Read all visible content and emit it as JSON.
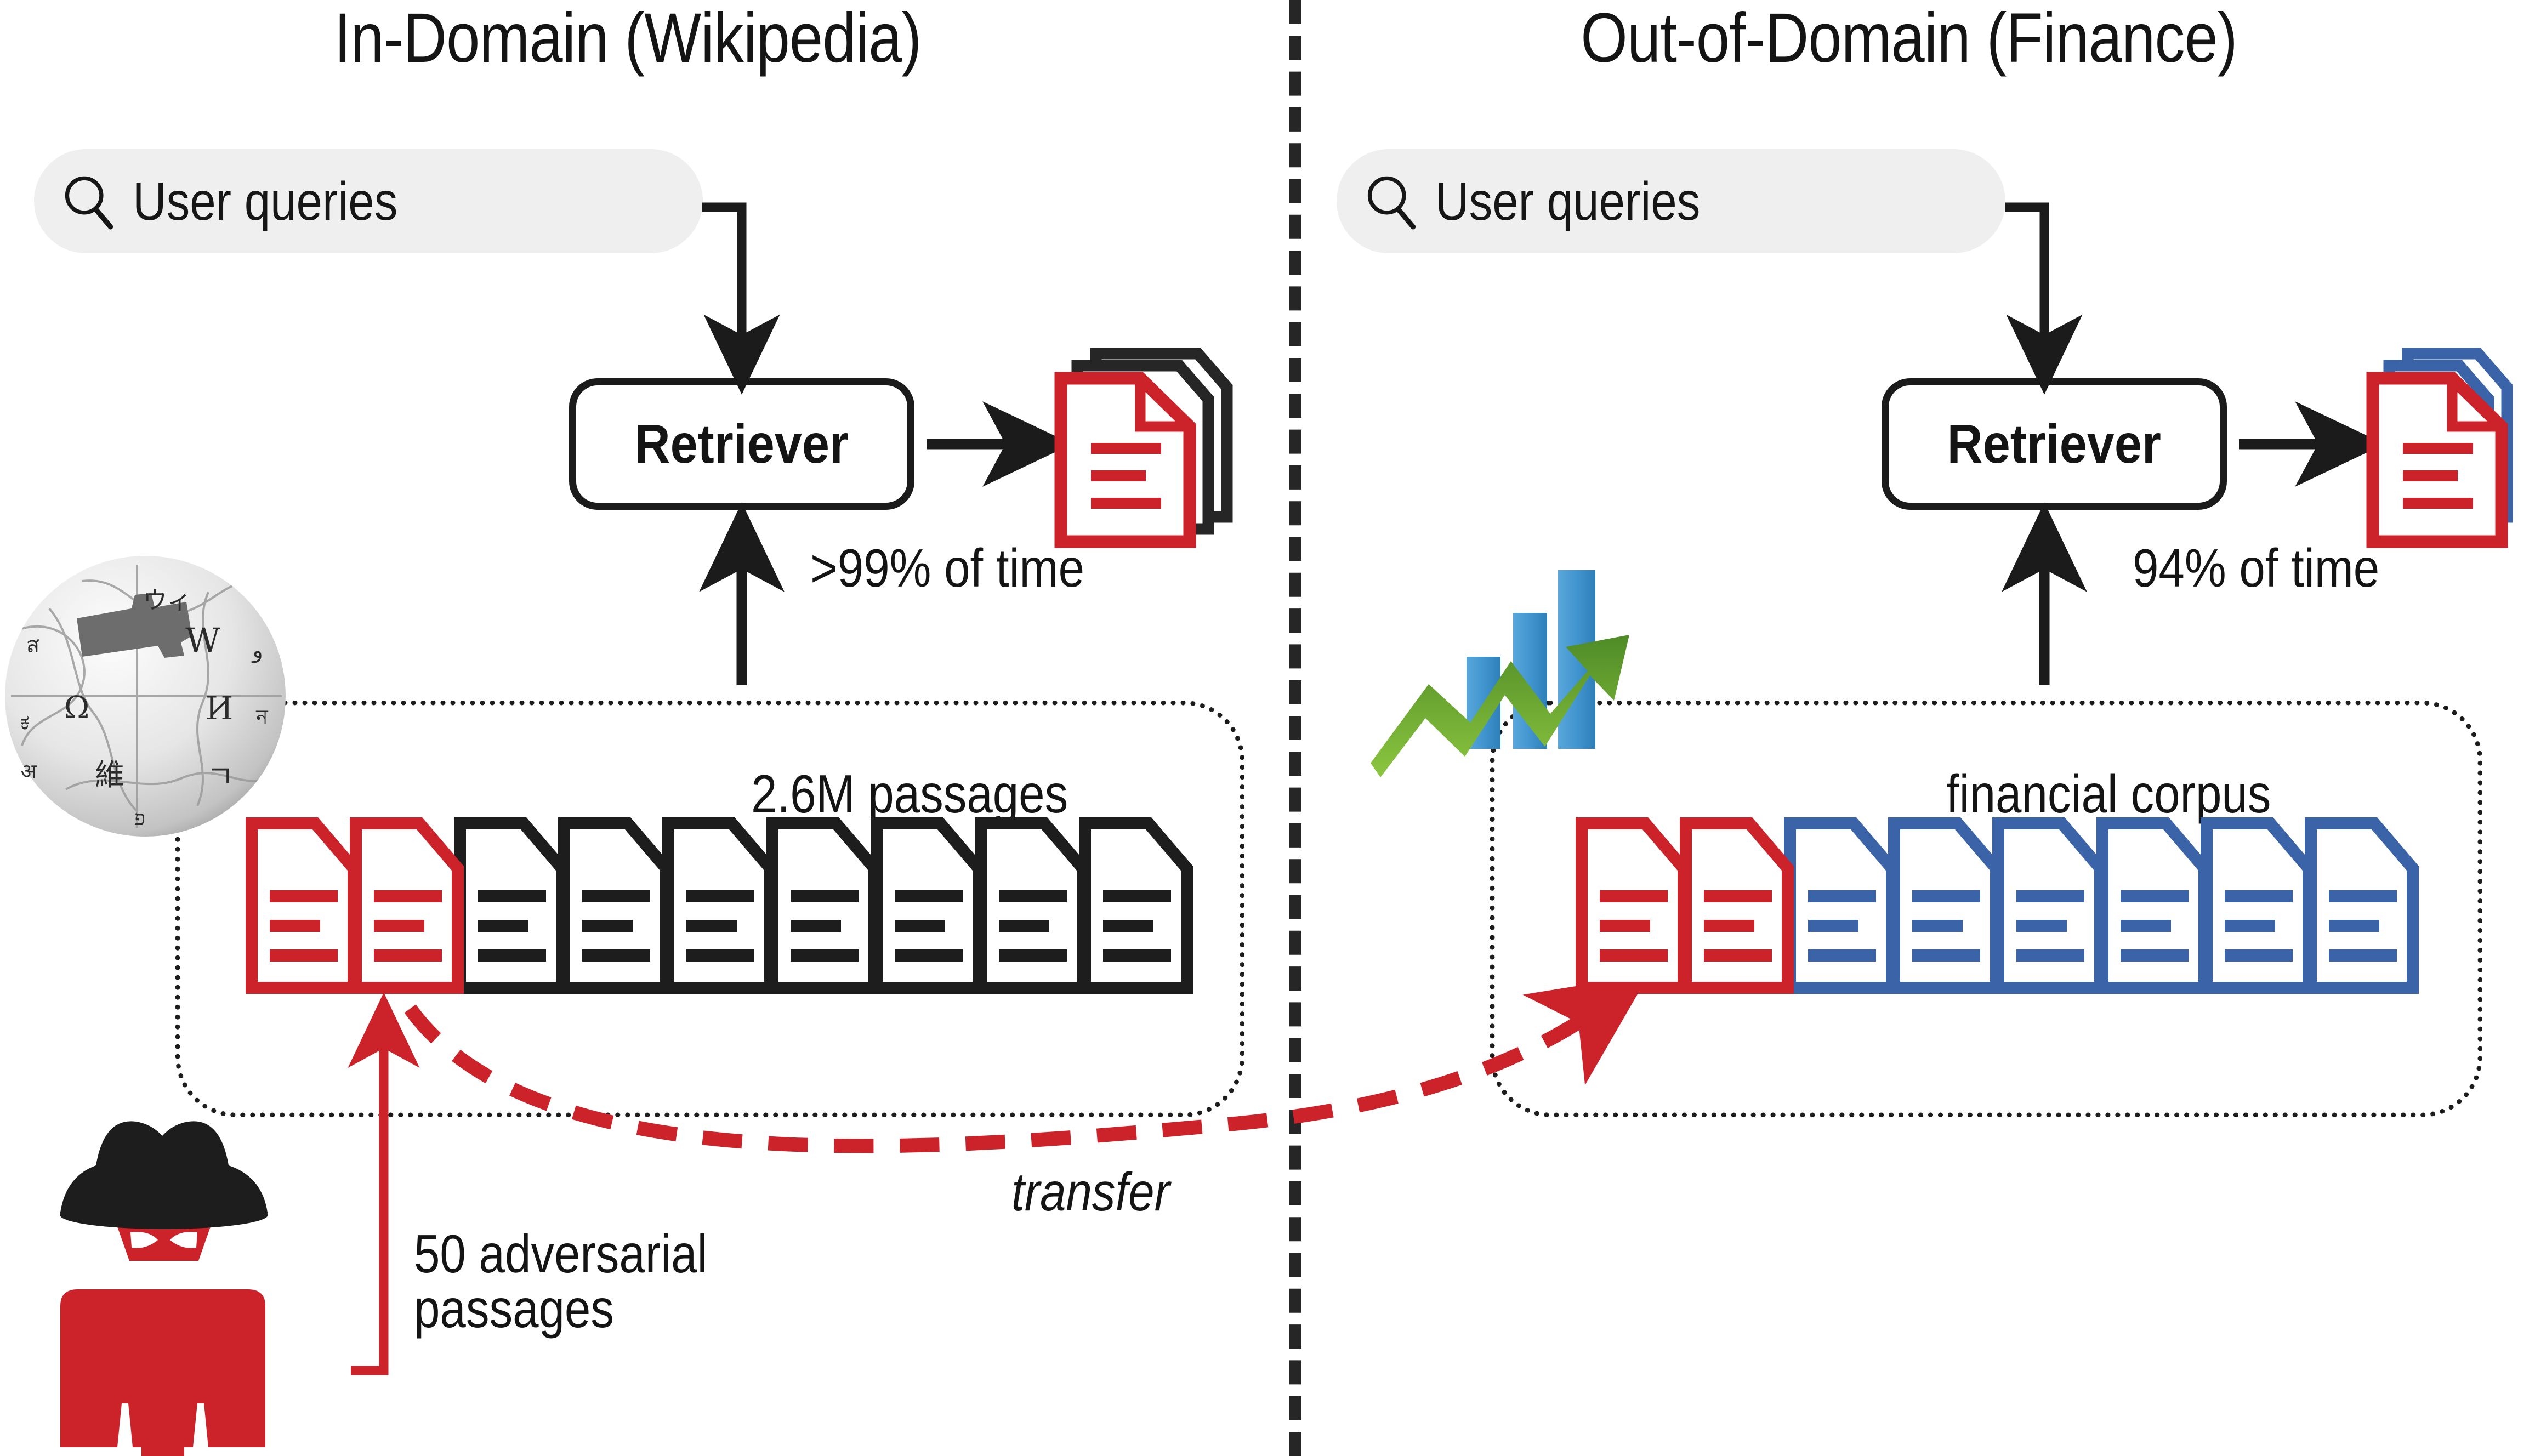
{
  "panels": [
    {
      "id": "in-domain",
      "title": "In-Domain (Wikipedia)",
      "query_pill": {
        "label": "User queries",
        "icon": "search-icon"
      },
      "retriever": {
        "label": "Retriever"
      },
      "retrieval_rate": ">99% of time",
      "corpus_label": "2.6M passages",
      "corpus_logo": "wikipedia-globe-icon",
      "corpus_total_docs": 9,
      "corpus_adversarial_docs": 2,
      "corpus_doc_color": "#1d1d1d",
      "result_stack": {
        "front_color": "#cc2229",
        "back_color": "#262626"
      }
    },
    {
      "id": "out-of-domain",
      "title": "Out-of-Domain (Finance)",
      "query_pill": {
        "label": "User queries",
        "icon": "search-icon"
      },
      "retriever": {
        "label": "Retriever"
      },
      "retrieval_rate": "94% of time",
      "corpus_label": "financial corpus",
      "corpus_logo": "finance-chart-icon",
      "corpus_total_docs": 8,
      "corpus_adversarial_docs": 2,
      "corpus_doc_color": "#3b63a8",
      "result_stack": {
        "front_color": "#cc2229",
        "back_color": "#3b63a8"
      }
    }
  ],
  "attacker": {
    "icon": "hacker-icon",
    "label_line1": "50 adversarial",
    "label_line2": "passages"
  },
  "transfer": {
    "label": "transfer"
  },
  "colors": {
    "adversarial_red": "#cc2229",
    "finance_blue": "#3b63a8",
    "ink": "#1d1d1d",
    "pill_bg": "#efefef",
    "finance_green": "#6aa430"
  }
}
